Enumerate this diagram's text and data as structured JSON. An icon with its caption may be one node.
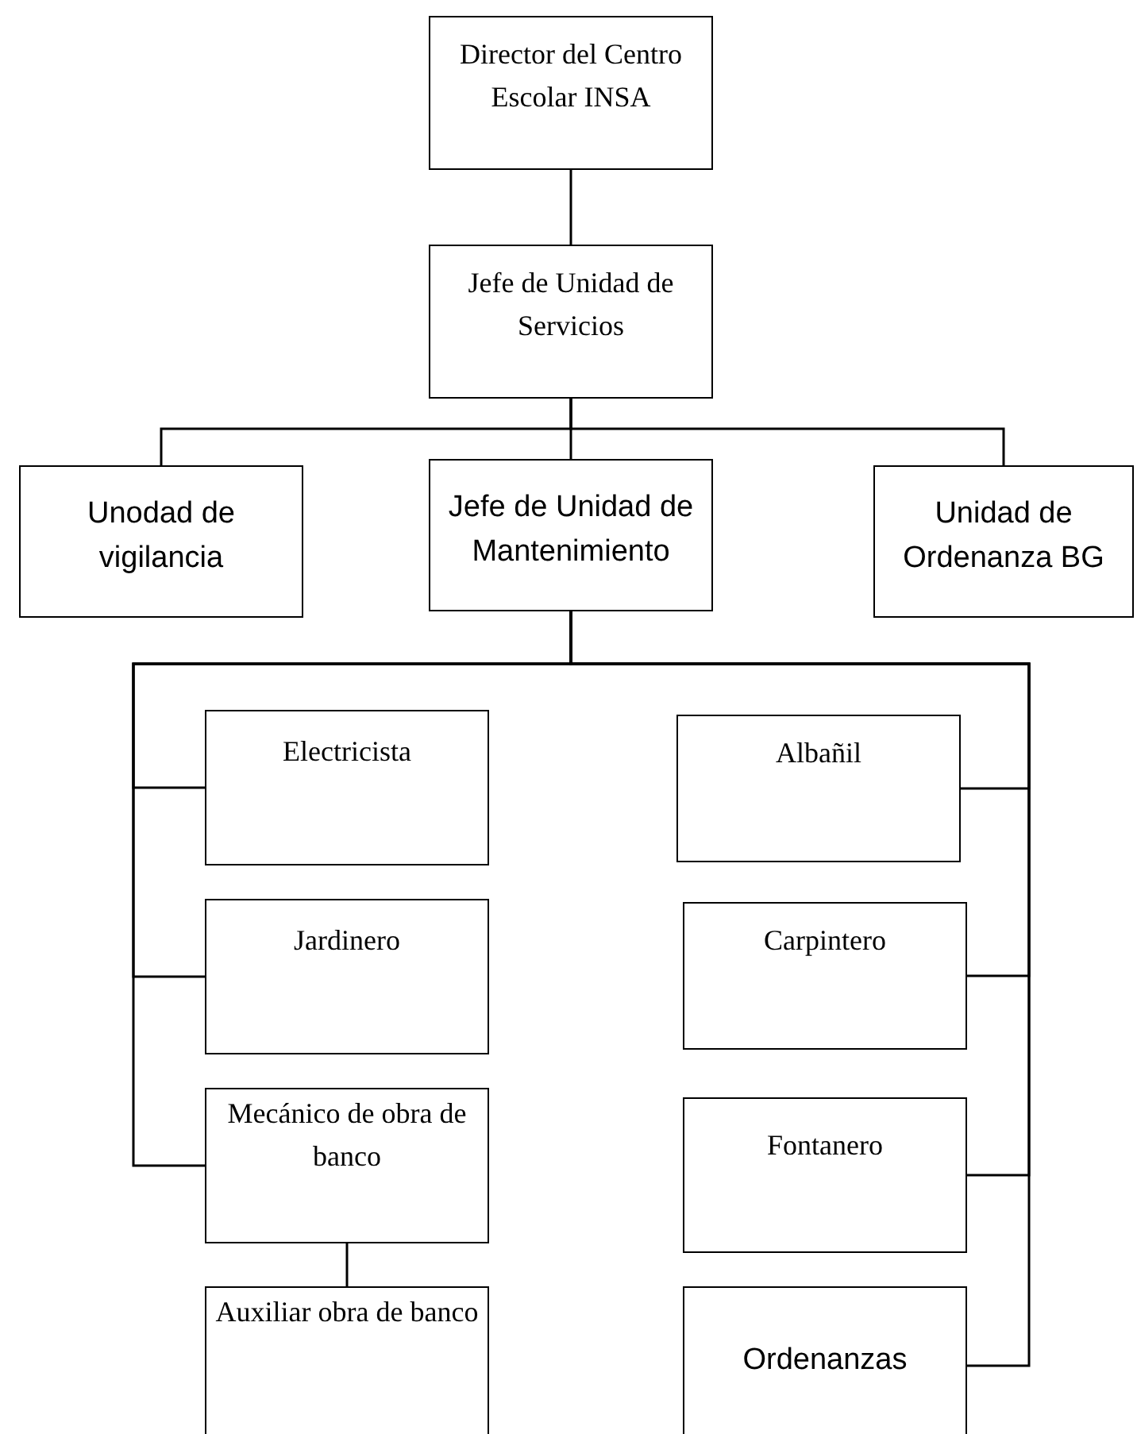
{
  "diagram": {
    "nodes": [
      {
        "text": [
          "Director del Centro Escolar INSA"
        ]
      },
      {
        "text": [
          "Jefe de Unidad de Servicios"
        ]
      },
      {
        "text": [
          "Unodad de vigilancia"
        ]
      },
      {
        "text": [
          "Jefe de Unidad de Mantenimiento"
        ]
      },
      {
        "text": [
          "Unidad de Ordenanza BG"
        ]
      },
      {
        "text": [
          "Electricista"
        ]
      },
      {
        "text": [
          "Albañil"
        ]
      },
      {
        "text": [
          "Jardinero"
        ]
      },
      {
        "text": [
          "Carpintero"
        ]
      },
      {
        "text": [
          "Mecánico de obra de banco"
        ]
      },
      {
        "text": [
          "Fontanero"
        ]
      },
      {
        "text": [
          "Auxiliar obra de banco"
        ]
      },
      {
        "text": [
          "Ordenanzas"
        ]
      }
    ],
    "edges": [
      {
        "from": 0,
        "to": 1,
        "arrow": "none"
      },
      {
        "from": 1,
        "to": 2,
        "arrow": "none"
      },
      {
        "from": 1,
        "to": 3,
        "arrow": "none"
      },
      {
        "from": 1,
        "to": 4,
        "arrow": "none"
      },
      {
        "from": 3,
        "to": 5,
        "arrow": "none"
      },
      {
        "from": 3,
        "to": 6,
        "arrow": "none"
      },
      {
        "from": 3,
        "to": 7,
        "arrow": "none"
      },
      {
        "from": 3,
        "to": 8,
        "arrow": "none"
      },
      {
        "from": 3,
        "to": 9,
        "arrow": "none"
      },
      {
        "from": 3,
        "to": 10,
        "arrow": "none"
      },
      {
        "from": 3,
        "to": 12,
        "arrow": "none"
      },
      {
        "from": 9,
        "to": 11,
        "arrow": "none"
      }
    ]
  }
}
